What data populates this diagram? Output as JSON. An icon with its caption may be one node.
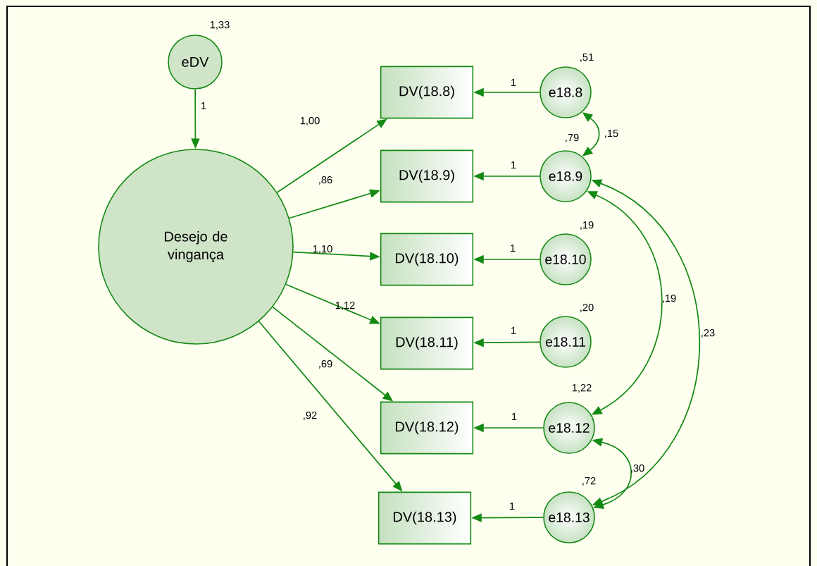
{
  "diagram": {
    "nodes": [
      {
        "text": [
          "eDV"
        ],
        "beside": [
          "1,33"
        ]
      },
      {
        "text": [
          "Desejo de vingança"
        ]
      },
      {
        "text": [
          "DV(18.8)"
        ]
      },
      {
        "text": [
          "DV(18.9)"
        ]
      },
      {
        "text": [
          "DV(18.10)"
        ]
      },
      {
        "text": [
          "DV(18.11)"
        ]
      },
      {
        "text": [
          "DV(18.12)"
        ]
      },
      {
        "text": [
          "DV(18.13)"
        ]
      },
      {
        "text": [
          "e18.8"
        ],
        "beside": [
          ",51"
        ]
      },
      {
        "text": [
          "e18.9"
        ],
        "beside": [
          ",79"
        ]
      },
      {
        "text": [
          "e18.10"
        ],
        "beside": [
          ",19"
        ]
      },
      {
        "text": [
          "e18.11"
        ],
        "beside": [
          ",20"
        ]
      },
      {
        "text": [
          "e18.12"
        ],
        "beside": [
          "1,22"
        ]
      },
      {
        "text": [
          "e18.13"
        ],
        "beside": [
          ",72"
        ]
      }
    ],
    "edges": [
      {
        "from": 0,
        "to": 1,
        "arrow": "to",
        "label": "1"
      },
      {
        "from": 1,
        "to": 2,
        "arrow": "to",
        "label": "1,00"
      },
      {
        "from": 1,
        "to": 3,
        "arrow": "to",
        "label": ",86"
      },
      {
        "from": 1,
        "to": 4,
        "arrow": "to",
        "label": "1,10"
      },
      {
        "from": 1,
        "to": 5,
        "arrow": "to",
        "label": "1,12"
      },
      {
        "from": 1,
        "to": 6,
        "arrow": "to",
        "label": ",69"
      },
      {
        "from": 1,
        "to": 7,
        "arrow": "to",
        "label": ",92"
      },
      {
        "from": 8,
        "to": 2,
        "arrow": "to",
        "label": "1"
      },
      {
        "from": 9,
        "to": 3,
        "arrow": "to",
        "label": "1"
      },
      {
        "from": 10,
        "to": 4,
        "arrow": "to",
        "label": "1"
      },
      {
        "from": 11,
        "to": 5,
        "arrow": "to",
        "label": "1"
      },
      {
        "from": 12,
        "to": 6,
        "arrow": "to",
        "label": "1"
      },
      {
        "from": 13,
        "to": 7,
        "arrow": "to",
        "label": "1"
      },
      {
        "from": 8,
        "to": 9,
        "arrow": "both",
        "label": ",15"
      },
      {
        "from": 9,
        "to": 12,
        "arrow": "both",
        "label": ",19"
      },
      {
        "from": 9,
        "to": 13,
        "arrow": "both",
        "label": ",23"
      },
      {
        "from": 12,
        "to": 13,
        "arrow": "both",
        "label": ",30"
      }
    ]
  }
}
